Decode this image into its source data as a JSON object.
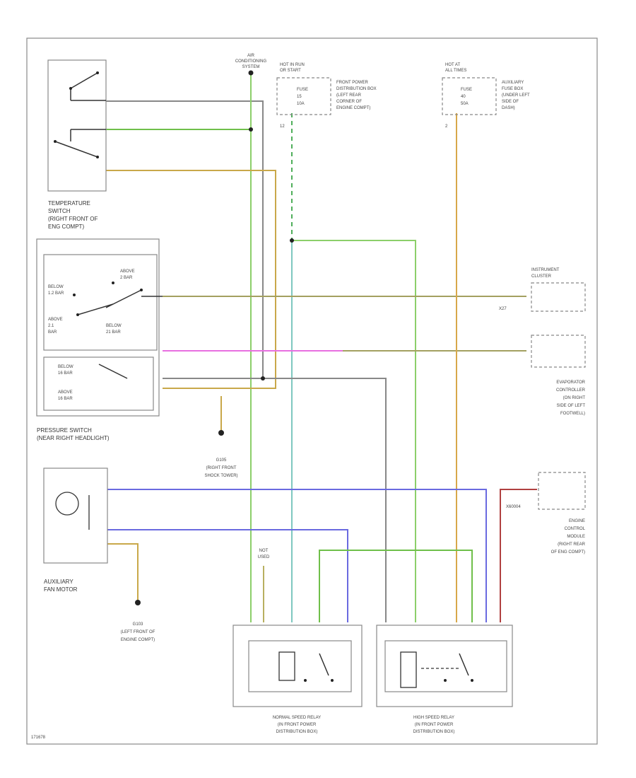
{
  "sources": {
    "ac_system": [
      "AIR",
      "CONDITIONING",
      "SYSTEM"
    ],
    "hot_in_run": [
      "HOT IN RUN",
      "OR START"
    ],
    "fuse_left": [
      "FUSE",
      "15",
      "10A"
    ],
    "fuse_left_location": [
      "FRONT POWER",
      "DISTRIBUTION BOX",
      "(LEFT REAR",
      "CORNER OF",
      "ENGINE COMPT)"
    ],
    "hot_at_all_times": [
      "HOT AT",
      "ALL TIMES"
    ],
    "fuse_right": [
      "FUSE",
      "40",
      "50A"
    ],
    "fuse_right_location": [
      "AUXILIARY",
      "FUSE BOX",
      "(UNDER LEFT",
      "SIDE OF",
      "DASH)"
    ],
    "pin_12": "12",
    "pin_2": "2"
  },
  "temperature_switch": {
    "label": [
      "TEMPERATURE",
      "SWITCH",
      "(RIGHT FRONT OF",
      "ENG COMPT)"
    ]
  },
  "pressure_switch": {
    "below_12": [
      "BELOW",
      "1.2 BAR"
    ],
    "above_2": [
      "ABOVE",
      "2.1",
      "BAR"
    ],
    "above_bar": [
      "ABOVE",
      "2 BAR"
    ],
    "below_21": [
      "BELOW",
      "21 BAR"
    ],
    "below_16": [
      "BELOW",
      "16 BAR"
    ],
    "above_16": [
      "ABOVE",
      "16 BAR"
    ],
    "label": [
      "PRESSURE SWITCH",
      "(NEAR RIGHT HEADLIGHT)"
    ]
  },
  "ground_g105": {
    "id": "G105",
    "location": [
      "(RIGHT FRONT",
      "SHOCK TOWER)"
    ]
  },
  "aux_fan_motor": {
    "label": [
      "AUXILIARY",
      "FAN MOTOR"
    ]
  },
  "ground_g103": {
    "id": "G103",
    "location": [
      "(LEFT FRONT OF",
      "ENGINE COMPT)"
    ]
  },
  "instrument_cluster": {
    "label": [
      "INSTRUMENT",
      "CLUSTER"
    ],
    "pin": "X27"
  },
  "evaporator_controller": {
    "label": [
      "EVAPORATOR",
      "CONTROLLER",
      "(ON RIGHT",
      "SIDE OF LEFT",
      "FOOTWELL)"
    ]
  },
  "ecm": {
    "pin": "X60004",
    "label": [
      "ENGINE",
      "CONTROL",
      "MODULE",
      "(RIGHT REAR",
      "OF ENG COMPT)"
    ]
  },
  "not_used": [
    "NOT",
    "USED"
  ],
  "relays": {
    "normal": [
      "NORMAL SPEED RELAY",
      "(IN FRONT POWER",
      "DISTRIBUTION BOX)"
    ],
    "high": [
      "HIGH SPEED RELAY",
      "(IN FRONT POWER",
      "DISTRIBUTION BOX)"
    ]
  },
  "footer_code": "171678",
  "wire_colors": {
    "gray": "#888888",
    "green": "#6fbf4a",
    "yellow": "#c9a84a",
    "green_dashed": "#4fae5a",
    "olive": "#a3a060",
    "magenta": "#e86fe0",
    "blue": "#6a6ae0",
    "red": "#b04040",
    "teal": "#7ec8c0",
    "lightblue": "#8ab6d8",
    "orange": "#d8a84a"
  }
}
